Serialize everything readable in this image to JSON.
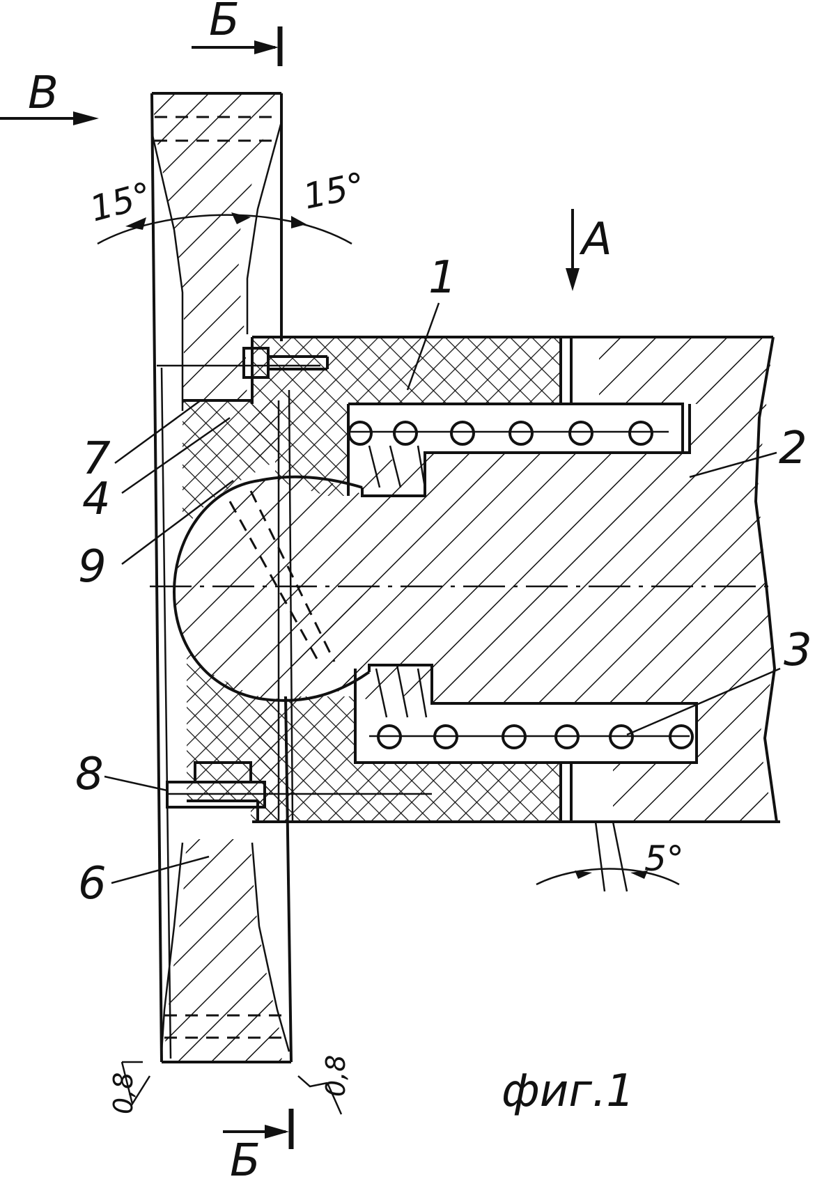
{
  "figure": {
    "caption": "фиг.1",
    "section_label_top": "Б",
    "section_label_bottom": "Б",
    "view_label_a": "А",
    "view_label_b": "В"
  },
  "angles": {
    "left": "15°",
    "right": "15°",
    "bottom": "5°"
  },
  "roughness": {
    "left": "0,8",
    "right": "0,8"
  },
  "part_numbers": [
    "1",
    "2",
    "3",
    "4",
    "6",
    "7",
    "8",
    "9"
  ]
}
